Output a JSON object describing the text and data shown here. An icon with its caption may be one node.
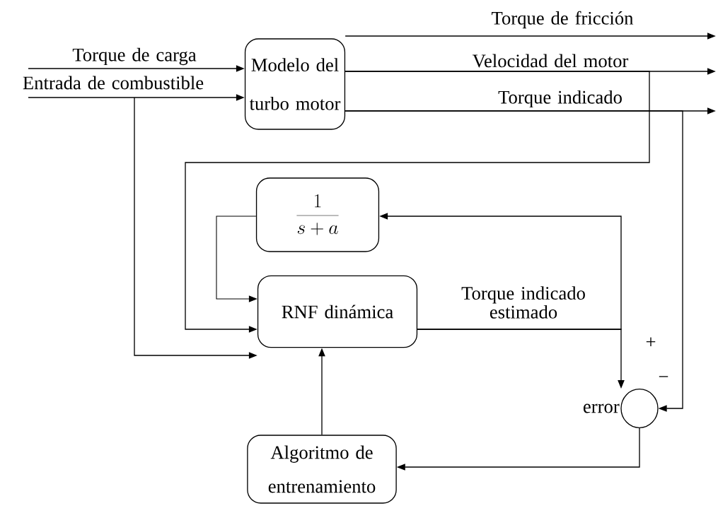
{
  "diagram": {
    "nodes": [
      {
        "text": [
          "Modelo del turbo motor"
        ]
      },
      {
        "text": [
          "\\frac{1}{s+a}"
        ]
      },
      {
        "text": [
          "RNF dinámica"
        ]
      },
      {
        "text": [],
        "shape": "circle",
        "beside": [
          "error"
        ]
      },
      {
        "text": [
          "Algoritmo de entrenamiento"
        ]
      }
    ],
    "edges": [
      {
        "from": null,
        "to": 0,
        "arrow": "to",
        "label": "Torque de carga"
      },
      {
        "from": null,
        "to": 0,
        "arrow": "to",
        "label": "Entrada de combustible"
      },
      {
        "from": 0,
        "to": null,
        "arrow": "to",
        "label": "Torque de fricción"
      },
      {
        "from": 0,
        "to": null,
        "arrow": "to",
        "label": "Velocidad del motor"
      },
      {
        "from": 0,
        "to": null,
        "arrow": "to",
        "label": "Torque indicado"
      },
      {
        "from": 0,
        "to": 2,
        "arrow": "to"
      },
      {
        "from": null,
        "to": 2,
        "arrow": "to"
      },
      {
        "from": 0,
        "to": 3,
        "arrow": "to"
      },
      {
        "from": 2,
        "to": 3,
        "arrow": "to",
        "label": "Torque indicado estimado"
      },
      {
        "from": 2,
        "to": 1,
        "arrow": "to"
      },
      {
        "from": 1,
        "to": 2,
        "arrow": "to"
      },
      {
        "from": 3,
        "to": 4,
        "arrow": "to"
      },
      {
        "from": 4,
        "to": 2,
        "arrow": "to"
      }
    ],
    "labels": [
      "+",
      "−"
    ]
  }
}
